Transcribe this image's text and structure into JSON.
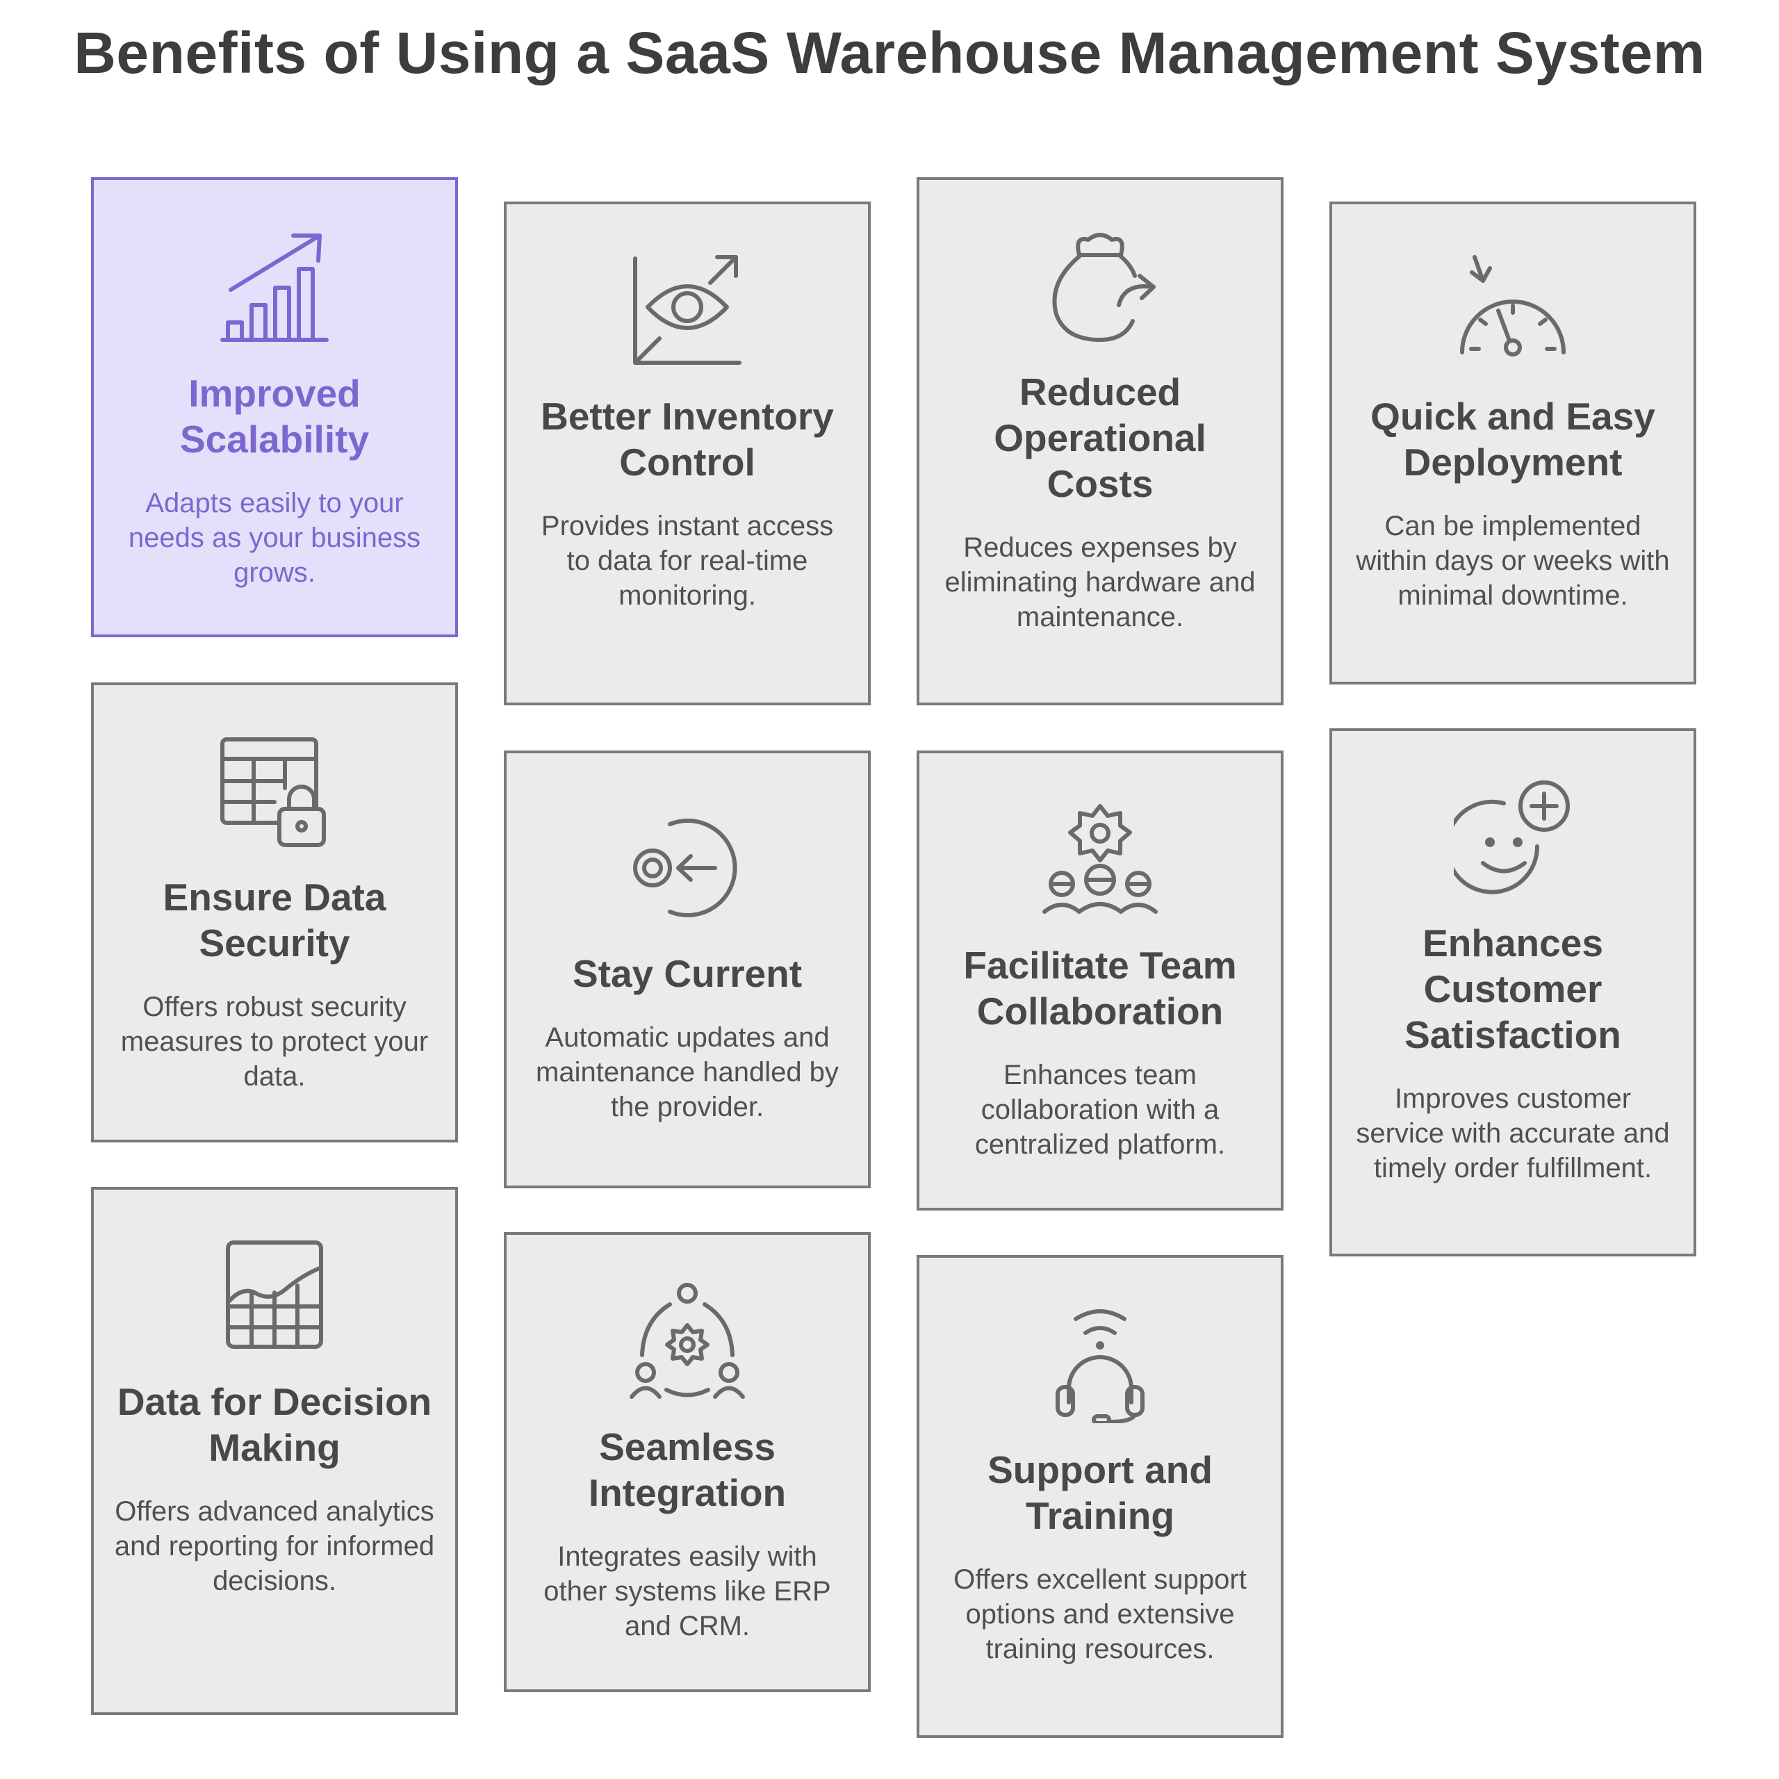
{
  "title": "Benefits of Using a SaaS Warehouse Management System",
  "cards": [
    {
      "title": "Improved Scalability",
      "desc": "Adapts easily to your needs as your business grows.",
      "icon": "growth-chart-icon"
    },
    {
      "title": "Better Inventory Control",
      "desc": "Provides instant access to data for real-time monitoring.",
      "icon": "eye-chart-icon"
    },
    {
      "title": "Reduced Operational Costs",
      "desc": "Reduces expenses by eliminating hardware and maintenance.",
      "icon": "money-bag-icon"
    },
    {
      "title": "Quick and Easy Deployment",
      "desc": "Can be implemented within days or weeks with minimal downtime.",
      "icon": "speedometer-icon"
    },
    {
      "title": "Ensure Data Security",
      "desc": "Offers robust security measures to protect your data.",
      "icon": "table-lock-icon"
    },
    {
      "title": "Stay Current",
      "desc": "Automatic updates and maintenance handled by the provider.",
      "icon": "update-arrow-icon"
    },
    {
      "title": "Facilitate Team Collaboration",
      "desc": "Enhances team collaboration with a centralized platform.",
      "icon": "team-gear-icon"
    },
    {
      "title": "Enhances Customer Satisfaction",
      "desc": "Improves customer service with accurate and timely order fulfillment.",
      "icon": "smile-plus-icon"
    },
    {
      "title": "Data for Decision Making",
      "desc": "Offers advanced analytics and reporting for informed decisions.",
      "icon": "analytics-grid-icon"
    },
    {
      "title": "Seamless Integration",
      "desc": "Integrates easily with other systems like ERP and CRM.",
      "icon": "integration-network-icon"
    },
    {
      "title": "Support and Training",
      "desc": "Offers excellent support options and extensive training resources.",
      "icon": "headset-icon"
    }
  ],
  "colors": {
    "accent": "#7b67cf",
    "accent_bg": "#e4e0fb",
    "card_bg": "#ebebeb",
    "card_border": "#7a7a7a",
    "text": "#484848"
  }
}
